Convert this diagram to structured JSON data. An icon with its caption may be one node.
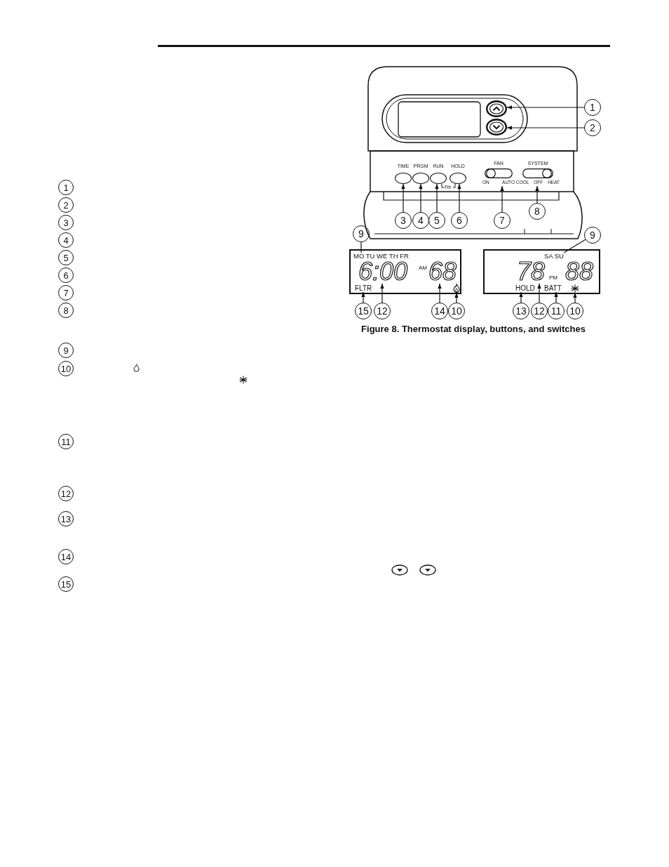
{
  "diagram": {
    "caption": "Figure 8. Thermostat display, buttons, and switches",
    "nodes": [
      {
        "text": [],
        "shape": "button"
      },
      {
        "text": [
          "1"
        ]
      },
      {
        "text": [],
        "shape": "button"
      },
      {
        "text": [
          "2"
        ]
      },
      {
        "text": [
          "TIME"
        ]
      },
      {
        "text": [
          "PRGM"
        ]
      },
      {
        "text": [
          "RUN"
        ]
      },
      {
        "text": [
          "HOLD"
        ]
      },
      {
        "text": [
          "FAN",
          "ON",
          "AUTO"
        ]
      },
      {
        "text": [
          "SYSTEM",
          "COOL",
          "OFF",
          "HEAT"
        ]
      },
      {
        "text": [
          "3"
        ]
      },
      {
        "text": [
          "4"
        ]
      },
      {
        "text": [
          "5"
        ]
      },
      {
        "text": [
          "6"
        ]
      },
      {
        "text": [
          "7"
        ]
      },
      {
        "text": [
          "8"
        ]
      },
      {
        "text": [
          "9"
        ]
      },
      {
        "text": [
          "9"
        ]
      },
      {
        "text": [
          "AM"
        ]
      },
      {
        "text": [
          "MO TU WE TH FR"
        ],
        "in": 18
      },
      {
        "text": [
          "6:00"
        ],
        "in": 18
      },
      {
        "text": [
          "68"
        ],
        "in": 18
      },
      {
        "text": [
          "FLTR"
        ],
        "in": 18
      },
      {
        "text": [],
        "shape": "flame",
        "in": 18
      },
      {
        "text": [
          "PM",
          "88"
        ]
      },
      {
        "text": [
          "SA SU"
        ],
        "in": 24
      },
      {
        "text": [
          "78"
        ],
        "in": 24
      },
      {
        "text": [
          "HOLD"
        ],
        "in": 24
      },
      {
        "text": [
          "BATT"
        ],
        "in": 24
      },
      {
        "text": [],
        "shape": "snowflake",
        "in": 24
      },
      {
        "text": [
          "15"
        ]
      },
      {
        "text": [
          "12"
        ]
      },
      {
        "text": [
          "14"
        ]
      },
      {
        "text": [
          "10"
        ]
      },
      {
        "text": [
          "13"
        ]
      },
      {
        "text": [
          "12"
        ]
      },
      {
        "text": [
          "11"
        ]
      },
      {
        "text": [
          "10"
        ]
      },
      {
        "text": [
          "1"
        ]
      },
      {
        "text": [
          "2"
        ]
      },
      {
        "text": [
          "3"
        ]
      },
      {
        "text": [
          "4"
        ]
      },
      {
        "text": [
          "5"
        ]
      },
      {
        "text": [
          "6"
        ]
      },
      {
        "text": [
          "7"
        ]
      },
      {
        "text": [
          "8"
        ]
      },
      {
        "text": [
          "9"
        ]
      },
      {
        "text": [
          "10"
        ]
      },
      {
        "text": [
          "11"
        ]
      },
      {
        "text": [
          "12"
        ]
      },
      {
        "text": [
          "13"
        ]
      },
      {
        "text": [
          "14"
        ]
      },
      {
        "text": [
          "15"
        ]
      }
    ],
    "edges": [
      {
        "from": 1,
        "to": 0,
        "arrow": "to"
      },
      {
        "from": 3,
        "to": 2,
        "arrow": "to"
      },
      {
        "from": 10,
        "to": 4,
        "arrow": "to"
      },
      {
        "from": 11,
        "to": 5,
        "arrow": "to"
      },
      {
        "from": 12,
        "to": 6,
        "arrow": "to"
      },
      {
        "from": 13,
        "to": 7,
        "arrow": "to"
      },
      {
        "from": 14,
        "to": 8,
        "arrow": "to"
      },
      {
        "from": 15,
        "to": 9,
        "arrow": "to"
      },
      {
        "from": 16,
        "to": 19,
        "arrow": "none"
      },
      {
        "from": 17,
        "to": 25,
        "arrow": "none"
      },
      {
        "from": 30,
        "to": 22,
        "arrow": "to"
      },
      {
        "from": 31,
        "to": 20,
        "arrow": "to"
      },
      {
        "from": 32,
        "to": 21,
        "arrow": "to"
      },
      {
        "from": 33,
        "to": 23,
        "arrow": "to"
      },
      {
        "from": 34,
        "to": 27,
        "arrow": "to"
      },
      {
        "from": 35,
        "to": 26,
        "arrow": "to"
      },
      {
        "from": 36,
        "to": 28,
        "arrow": "to"
      },
      {
        "from": 37,
        "to": 29,
        "arrow": "to"
      }
    ],
    "labels": [
      "Fltr"
    ]
  }
}
